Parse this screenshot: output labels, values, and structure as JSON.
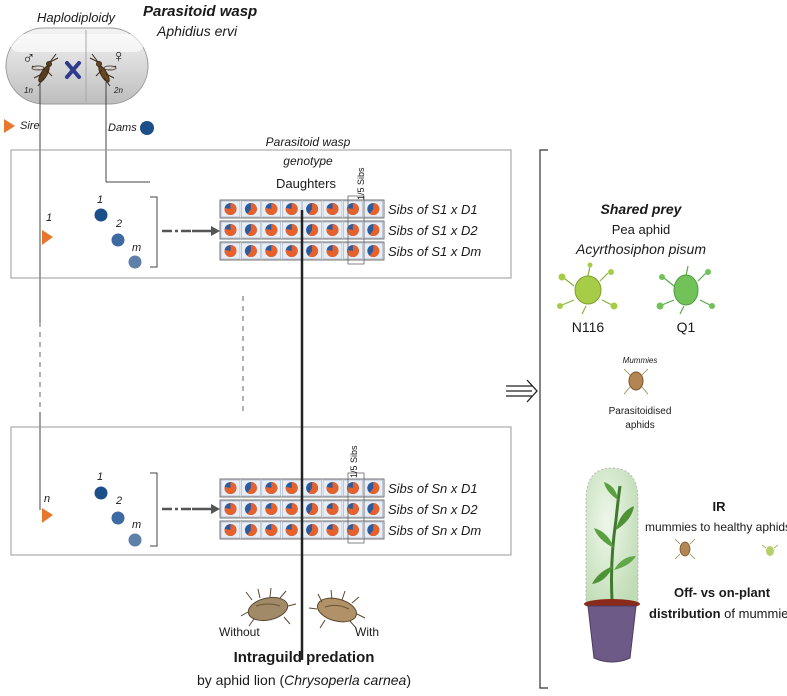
{
  "header": {
    "haplodiploidy": "Haplodiploidy",
    "male_symbol": "♂",
    "female_symbol": "♀",
    "male_ploidy": "1n",
    "female_ploidy": "2n",
    "wasp_title": "Parasitoid wasp",
    "wasp_species": "Aphidius ervi"
  },
  "legend": {
    "sire": "Sire",
    "dams": "Dams"
  },
  "genotype": {
    "line1": "Parasitoid wasp",
    "line2": "genotype",
    "line3": "Daughters"
  },
  "block1": {
    "sire_index": "1",
    "dam_labels": [
      "1",
      "2",
      "m"
    ],
    "sibs_label": "1/5 Sibs",
    "rows": [
      "Sibs of S1 x D1",
      "Sibs of S1 x D2",
      "Sibs of S1 x Dm"
    ]
  },
  "block2": {
    "sire_index": "n",
    "dam_labels": [
      "1",
      "2",
      "m"
    ],
    "sibs_label": "1/5 Sibs",
    "rows": [
      "Sibs of Sn x D1",
      "Sibs of Sn x D2",
      "Sibs of Sn x Dm"
    ]
  },
  "predation": {
    "without": "Without",
    "with": "With",
    "title": "Intraguild predation",
    "subtitle_prefix": "by aphid lion (",
    "subtitle_species": "Chrysoperla carnea",
    "subtitle_suffix": ")"
  },
  "prey": {
    "title": "Shared prey",
    "common": "Pea aphid",
    "species": "Acyrthosiphon pisum",
    "clone1": "N116",
    "clone2": "Q1"
  },
  "mummies": {
    "label": "Mummies",
    "line1": "Parasitoidised",
    "line2": "aphids"
  },
  "ir": {
    "title": "IR",
    "subtitle": "mummies to healthy aphids"
  },
  "distribution": {
    "bold1": "Off- vs on-plant",
    "bold2": "distribution",
    "rest": " of mummies"
  },
  "colors": {
    "sire": "#e8772e",
    "dam": "#1c4e8a",
    "dam_light": "#5477a6",
    "cell_orange": "#e8612b",
    "cell_blue": "#2d5c9e",
    "aphid_green": "#9bc23c",
    "aphid_green2": "#6dbf57",
    "pot": "#6e5a86"
  }
}
